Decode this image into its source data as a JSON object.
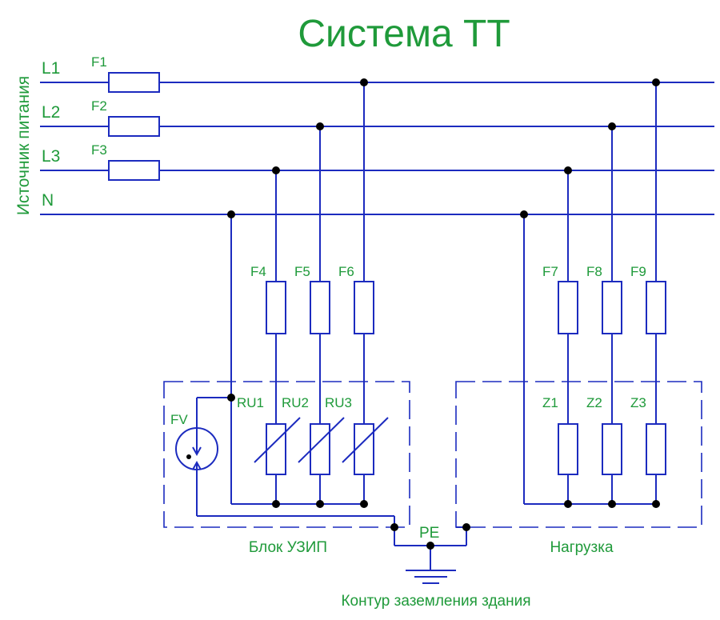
{
  "title": "Система ТТ",
  "source_label": "Источник питания",
  "lines": {
    "l1": "L1",
    "l2": "L2",
    "l3": "L3",
    "n": "N"
  },
  "fuses": {
    "f1": "F1",
    "f2": "F2",
    "f3": "F3",
    "f4": "F4",
    "f5": "F5",
    "f6": "F6",
    "f7": "F7",
    "f8": "F8",
    "f9": "F9"
  },
  "spd": {
    "fv": "FV",
    "ru1": "RU1",
    "ru2": "RU2",
    "ru3": "RU3",
    "block_label": "Блок УЗИП"
  },
  "load": {
    "z1": "Z1",
    "z2": "Z2",
    "z3": "Z3",
    "block_label": "Нагрузка"
  },
  "pe_label": "PE",
  "ground_label": "Контур заземления здания",
  "colors": {
    "wire": "#1c2bbf",
    "text": "#1f9a3a",
    "junction": "#000000"
  }
}
